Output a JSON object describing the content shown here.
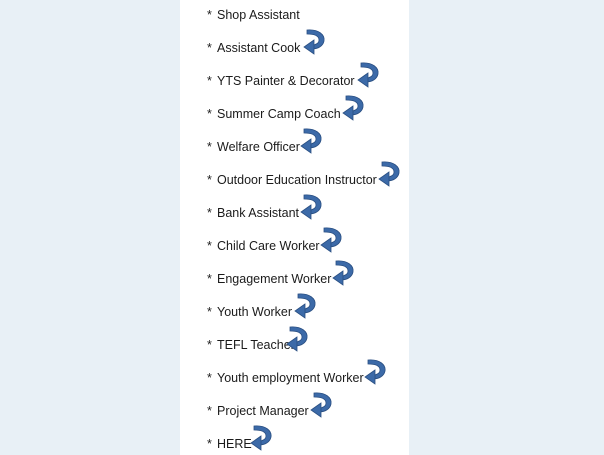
{
  "document": {
    "bullet": "*",
    "items": [
      {
        "label": "Shop Assistant",
        "arrow": false
      },
      {
        "label": "Assistant Cook",
        "arrow": true
      },
      {
        "label": "YTS Painter & Decorator",
        "arrow": true
      },
      {
        "label": "Summer Camp Coach",
        "arrow": true
      },
      {
        "label": "Welfare Officer",
        "arrow": true
      },
      {
        "label": "Outdoor Education Instructor",
        "arrow": true
      },
      {
        "label": "Bank Assistant",
        "arrow": true
      },
      {
        "label": "Child Care Worker",
        "arrow": true
      },
      {
        "label": "Engagement Worker",
        "arrow": true
      },
      {
        "label": "Youth Worker",
        "arrow": true
      },
      {
        "label": "TEFL Teacher",
        "arrow": true
      },
      {
        "label": "Youth employment Worker",
        "arrow": true
      },
      {
        "label": "Project Manager",
        "arrow": true
      },
      {
        "label": "HERE",
        "arrow": true
      }
    ]
  },
  "colors": {
    "background": "#e8f0f6",
    "page": "#ffffff",
    "text": "#1b1b1b",
    "arrow_fill": "#3c6aa8",
    "arrow_stroke": "#2a4f82"
  },
  "icons": {
    "arrow": "curved-return-arrow-icon"
  }
}
